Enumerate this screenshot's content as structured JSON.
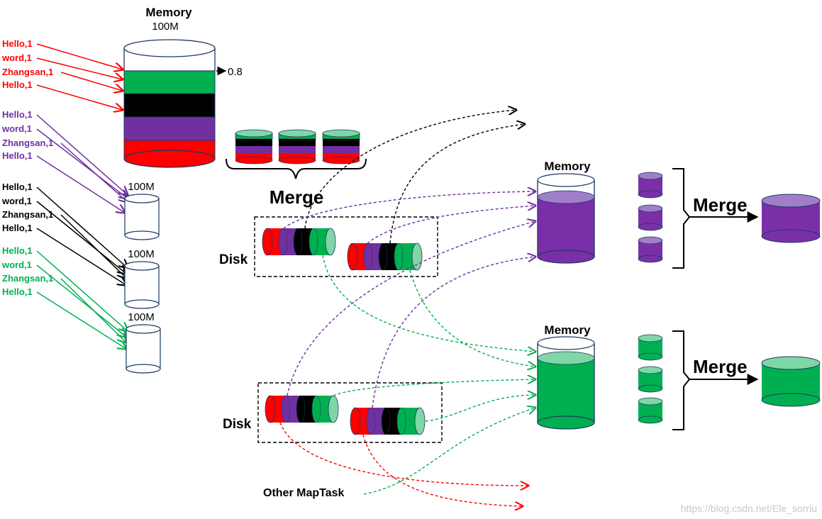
{
  "memory_label": "Memory",
  "memory_size": "100M",
  "spill_threshold": "0.8",
  "merge_label": "Merge",
  "disk_label": "Disk",
  "other_maptask": "Other MapTask",
  "watermark": "https://blog.csdn.net/Ele_sorriu",
  "input_groups": [
    {
      "color": "#ff0000",
      "lines": [
        "Hello,1",
        "word,1",
        "Zhangsan,1",
        "Hello,1"
      ]
    },
    {
      "color": "#7030a0",
      "lines": [
        "Hello,1",
        "word,1",
        "Zhangsan,1",
        "Hello,1"
      ]
    },
    {
      "color": "#000000",
      "lines": [
        "Hello,1",
        "word,1",
        "Zhangsan,1",
        "Hello,1"
      ]
    },
    {
      "color": "#00b050",
      "lines": [
        "Hello,1",
        "word,1",
        "Zhangsan,1",
        "Hello,1"
      ]
    }
  ],
  "colors": {
    "red": "#ff0000",
    "purple": "#7030a0",
    "black": "#000000",
    "green": "#00b050",
    "purple_fill": "#7a2fa8",
    "purple_top": "#a07ec8",
    "green_fill": "#00b050",
    "green_top": "#7fd6a6",
    "outline": "#1f3864"
  }
}
